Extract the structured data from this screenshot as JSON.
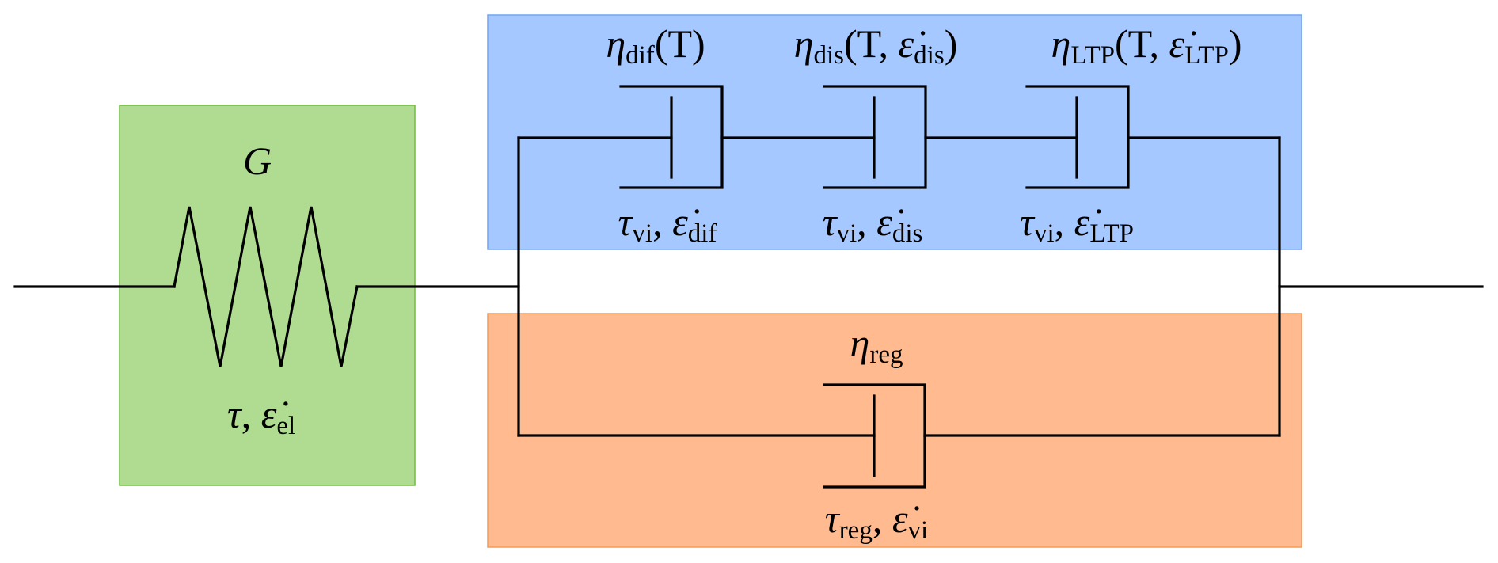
{
  "diagram": {
    "type": "rheological-model",
    "description": "Spring (elastic) in series with a parallel pair: a series chain of three nonlinear dashpots (upper branch) and a regularisation dashpot (lower branch)",
    "colors": {
      "elastic_fill": "#b0dc92",
      "elastic_border": "#6dbf3a",
      "viscous_fill": "#a4c8ff",
      "viscous_border": "#6ea5f7",
      "regularization_fill": "#ffbb8f",
      "regularization_border": "#f59a57",
      "wire": "#000000"
    },
    "spring": {
      "top_label": {
        "sym": "G",
        "sub": ""
      },
      "bottom_label": {
        "sym": "τ",
        "sep": ", ",
        "sym2": "ε̇",
        "sub2": "el"
      }
    },
    "viscous_dashpots": [
      {
        "top_label": {
          "sym": "η",
          "sub": "dif",
          "args": "(T)"
        },
        "bottom_label": {
          "sym": "τ",
          "sub": "vi",
          "sep": ", ",
          "sym2": "ε̇",
          "sub2": "dif"
        }
      },
      {
        "top_label": {
          "sym": "η",
          "sub": "dis",
          "args_open": "(T, ",
          "arg_sym": "ε̇",
          "arg_sub": "dis",
          "args_close": ")"
        },
        "bottom_label": {
          "sym": "τ",
          "sub": "vi",
          "sep": ", ",
          "sym2": "ε̇",
          "sub2": "dis"
        }
      },
      {
        "top_label": {
          "sym": "η",
          "sub": "LTP",
          "args_open": "(T, ",
          "arg_sym": "ε̇",
          "arg_sub": "LTP",
          "args_close": ")"
        },
        "bottom_label": {
          "sym": "τ",
          "sub": "vi",
          "sep": ", ",
          "sym2": "ε̇",
          "sub2": "LTP"
        }
      }
    ],
    "regularization_dashpot": {
      "top_label": {
        "sym": "η",
        "sub": "reg"
      },
      "bottom_label": {
        "sym": "τ",
        "sub": "reg",
        "sep": ", ",
        "sym2": "ε̇",
        "sub2": "vi"
      }
    }
  }
}
